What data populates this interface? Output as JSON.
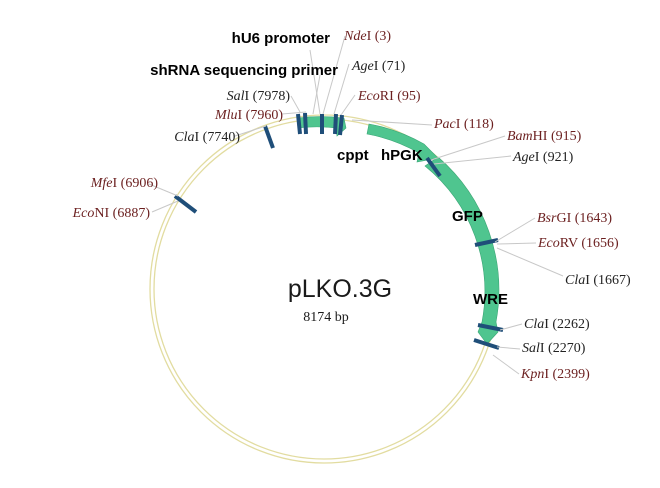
{
  "plasmid": {
    "name": "pLKO.3G",
    "size_label": "8174 bp",
    "colors": {
      "backbone": "#e8e2a8",
      "feature": "#4fc58f",
      "tick": "#1f4e79",
      "unique_site": "#6b1f1f",
      "nonunique_site": "#222222"
    }
  },
  "features": [
    {
      "key": "hu6",
      "label": "hU6 promoter"
    },
    {
      "key": "shrna",
      "label": "shRNA sequencing primer"
    },
    {
      "key": "cppt",
      "label": "cppt"
    },
    {
      "key": "hpgk",
      "label": "hPGK"
    },
    {
      "key": "gfp",
      "label": "GFP"
    },
    {
      "key": "wre",
      "label": "WRE"
    }
  ],
  "sites": [
    {
      "key": "ndei",
      "italic": "Nde",
      "suffix": "I",
      "position": "(3)",
      "unique": true
    },
    {
      "key": "agei-71",
      "italic": "Age",
      "suffix": "I",
      "position": "(71)",
      "unique": false
    },
    {
      "key": "ecori",
      "italic": "Eco",
      "suffix": "RI (95)",
      "position": "",
      "unique": true
    },
    {
      "key": "paci",
      "italic": "Pac",
      "suffix": "I",
      "position": "(118)",
      "unique": true
    },
    {
      "key": "bamhi",
      "italic": "Bam",
      "suffix": "HI (915)",
      "position": "",
      "unique": true
    },
    {
      "key": "agei-921",
      "italic": "Age",
      "suffix": "I",
      "position": "(921)",
      "unique": false
    },
    {
      "key": "bsrgi",
      "italic": "Bsr",
      "suffix": "GI (1643)",
      "position": "",
      "unique": true
    },
    {
      "key": "ecorv",
      "italic": "Eco",
      "suffix": "RV (1656)",
      "position": "",
      "unique": true
    },
    {
      "key": "clai-1667",
      "italic": "Cla",
      "suffix": "I",
      "position": "(1667)",
      "unique": false
    },
    {
      "key": "clai-2262",
      "italic": "Cla",
      "suffix": "I",
      "position": "(2262)",
      "unique": false
    },
    {
      "key": "sali-2270",
      "italic": "Sal",
      "suffix": "I",
      "position": "(2270)",
      "unique": false
    },
    {
      "key": "kpni",
      "italic": "Kpn",
      "suffix": "I",
      "position": "(2399)",
      "unique": true
    },
    {
      "key": "sali-7978",
      "italic": "Sal",
      "suffix": "I",
      "position": "(7978)",
      "unique": false
    },
    {
      "key": "mlui",
      "italic": "Mlu",
      "suffix": "I",
      "position": "(7960)",
      "unique": true
    },
    {
      "key": "clai-7740",
      "italic": "Cla",
      "suffix": "I",
      "position": "(7740)",
      "unique": false
    },
    {
      "key": "mfei",
      "italic": "Mfe",
      "suffix": "I",
      "position": "(6906)",
      "unique": true
    },
    {
      "key": "econi",
      "italic": "Eco",
      "suffix": "NI (6887)",
      "position": "",
      "unique": true
    }
  ]
}
